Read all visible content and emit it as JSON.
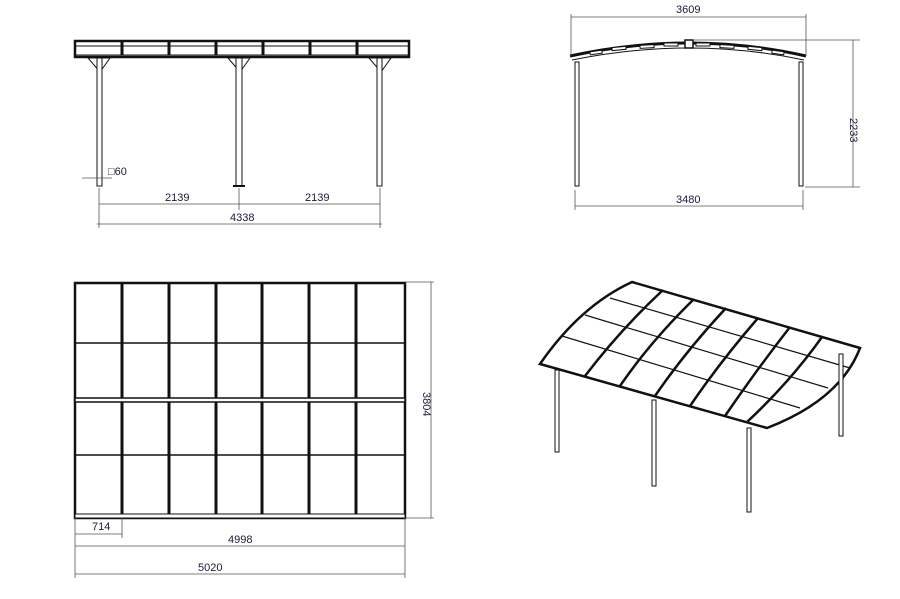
{
  "drawing": {
    "subject": "Carport / pergola technical drawing",
    "views": [
      {
        "name": "front-elevation",
        "dimensions": {
          "post_size": "□60",
          "span_left": "2139",
          "span_right": "2139",
          "total_width": "4338"
        }
      },
      {
        "name": "side-elevation",
        "dimensions": {
          "roof_width": "3609",
          "post_spacing": "3480",
          "height": "2233"
        }
      },
      {
        "name": "top-plan",
        "dimensions": {
          "panel_width": "714",
          "inner_length": "4998",
          "outer_length": "5020",
          "depth": "3804"
        },
        "grid": {
          "columns": 7,
          "rows": 4
        }
      },
      {
        "name": "isometric-view"
      }
    ]
  }
}
